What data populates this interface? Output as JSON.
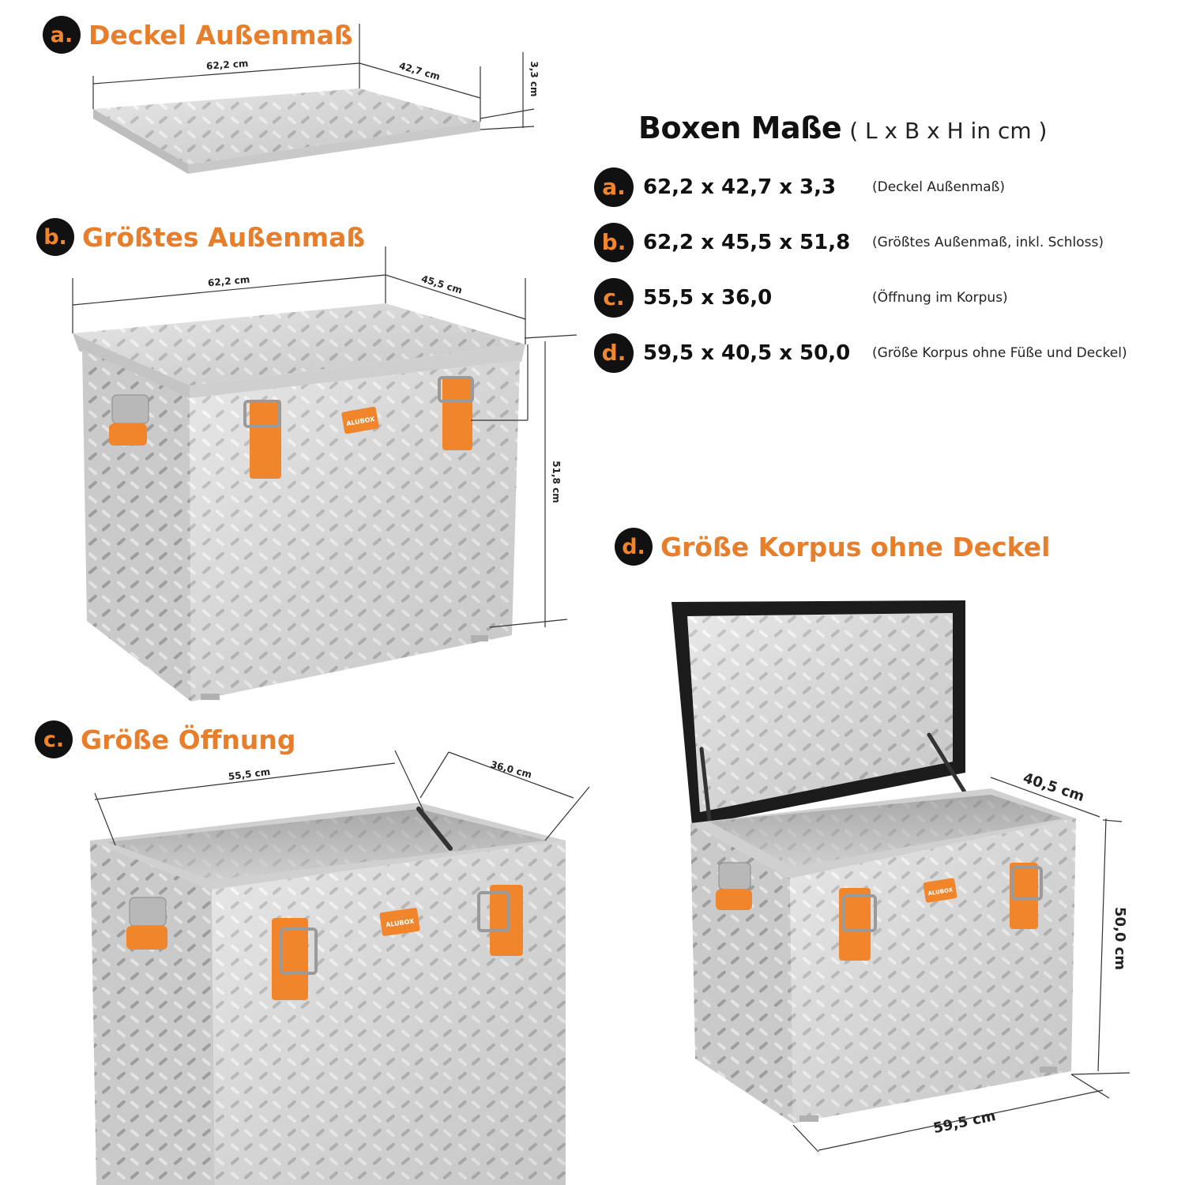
{
  "sections": {
    "a": {
      "badge": "a.",
      "title": "Deckel Außenmaß"
    },
    "b": {
      "badge": "b.",
      "title": "Größtes Außenmaß"
    },
    "c": {
      "badge": "c.",
      "title": "Größe Öffnung"
    },
    "d": {
      "badge": "d.",
      "title": "Größe Korpus ohne Deckel"
    }
  },
  "spec_panel": {
    "heading": "Boxen Maße",
    "heading_sub": "( L x B x H in cm )",
    "rows": [
      {
        "badge": "a.",
        "value": "62,2 x 42,7 x 3,3",
        "note": "(Deckel Außenmaß)"
      },
      {
        "badge": "b.",
        "value": "62,2 x 45,5 x 51,8",
        "note": "(Größtes Außenmaß, inkl. Schloss)"
      },
      {
        "badge": "c.",
        "value": "55,5 x 36,0",
        "note": "(Öffnung im Korpus)"
      },
      {
        "badge": "d.",
        "value": "59,5 x 40,5 x 50,0",
        "note": "(Größe Korpus ohne Füße und Deckel)"
      }
    ]
  },
  "dimensions": {
    "lid_length": "62,2 cm",
    "lid_width": "42,7 cm",
    "lid_height": "3,3 cm",
    "box_length": "62,2 cm",
    "box_width": "45,5 cm",
    "box_height": "51,8 cm",
    "opening_length": "55,5 cm",
    "opening_width": "36,0 cm",
    "body_width": "40,5 cm",
    "body_height": "50,0 cm",
    "body_length": "59,5 cm"
  },
  "brand": "ALUBOX",
  "colors": {
    "accent": "#e87d2a",
    "badge": "#111111",
    "aluminium": "#d8d8d8"
  }
}
